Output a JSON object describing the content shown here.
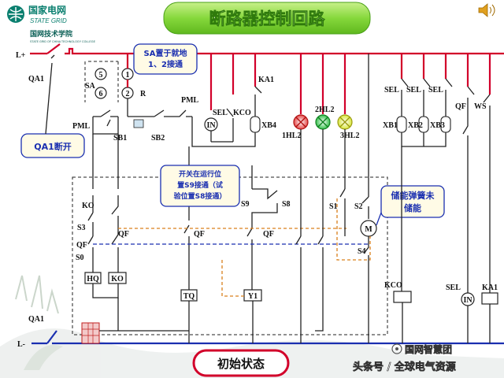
{
  "brand": {
    "name_cn": "国家电网",
    "name_en": "STATE GRID",
    "college": "国网技术学院",
    "college_en": "STATE GRID OF CHINA TECHNOLOGY COLLEGE"
  },
  "title": "断路器控制回路",
  "buses": {
    "positive": "L+",
    "negative": "L-"
  },
  "callouts": {
    "sa_note": "SA置于就地\n1、2接通",
    "qa1_note": "QA1断开",
    "switch_note": "开关在运行位\n置S9接通（试\n验位置S8接通）",
    "spring_note": "储能弹簧未\n储能"
  },
  "labels": {
    "qa1_top": "QA1",
    "qa1_bot": "QA1",
    "sa": "SA",
    "sa_r": "R",
    "sa5": "5",
    "sa6": "6",
    "sa1": "1",
    "sa2": "2",
    "pml_left": "PML",
    "pml_right": "PML",
    "sb1": "SB1",
    "sb2": "SB2",
    "sel": "SEL",
    "kco": "KCO",
    "ka1": "KA1",
    "in": "IN",
    "xb4": "XB4",
    "hl1": "1HL2",
    "hl2": "2HL2",
    "hl3": "3HL2",
    "ko": "KO",
    "s3": "S3",
    "qf_a": "QF",
    "qf_b": "QF",
    "s0": "S0",
    "qf_c": "QF",
    "qf_d": "QF",
    "s9": "S9",
    "s8": "S8",
    "s1": "S1",
    "s2": "S2",
    "m": "M",
    "s4": "S4",
    "hq": "HQ",
    "ko_coil": "KO",
    "tq": "TQ",
    "y1": "Y1",
    "sel_r1": "SEL",
    "sel_r2": "SEL",
    "sel_r3": "SEL",
    "xb1": "XB1",
    "xb2": "XB2",
    "xb3": "XB3",
    "qf_r": "QF",
    "ws": "WS",
    "kco_coil": "KCO",
    "sel_in": "SEL",
    "ka1_coil": "KA1",
    "in_r": "IN"
  },
  "status_button": "初始状态",
  "watermark": {
    "line1": "国网智慧团",
    "line2": "头条号 / 全球电气资源"
  },
  "colors": {
    "title_bg": "#7fd33a",
    "positive_bus": "#d2002a",
    "negative_bus": "#1a2fb0",
    "callout_border": "#1a2fb0",
    "status_border": "#d2002a"
  },
  "icons": {
    "speaker": "speaker-icon",
    "logo": "state-grid-logo"
  }
}
